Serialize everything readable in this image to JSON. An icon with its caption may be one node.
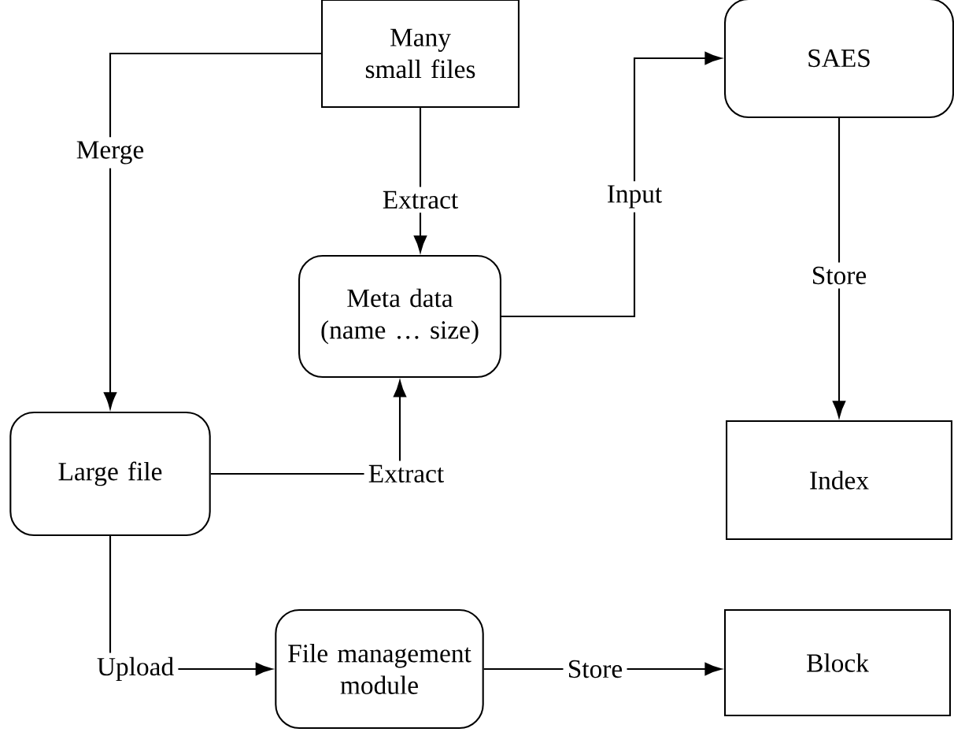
{
  "diagram": {
    "nodes": [
      {
        "text": [
          "Many small files"
        ]
      },
      {
        "text": [
          "Meta data (name … size)"
        ]
      },
      {
        "text": [
          "SAES"
        ]
      },
      {
        "text": [
          "Index"
        ]
      },
      {
        "text": [
          "Large file"
        ]
      },
      {
        "text": [
          "File management module"
        ]
      },
      {
        "text": [
          "Block"
        ]
      }
    ],
    "edges": [
      {
        "from": 0,
        "to": 4,
        "arrow": "to",
        "label": "Merge"
      },
      {
        "from": 0,
        "to": 1,
        "arrow": "to",
        "label": "Extract"
      },
      {
        "from": 1,
        "to": 2,
        "arrow": "to",
        "label": "Input"
      },
      {
        "from": 2,
        "to": 3,
        "arrow": "to",
        "label": "Store"
      },
      {
        "from": 4,
        "to": 1,
        "arrow": "to",
        "label": "Extract"
      },
      {
        "from": 4,
        "to": 5,
        "arrow": "to",
        "label": "Upload"
      },
      {
        "from": 5,
        "to": 6,
        "arrow": "to",
        "label": "Store"
      }
    ]
  }
}
